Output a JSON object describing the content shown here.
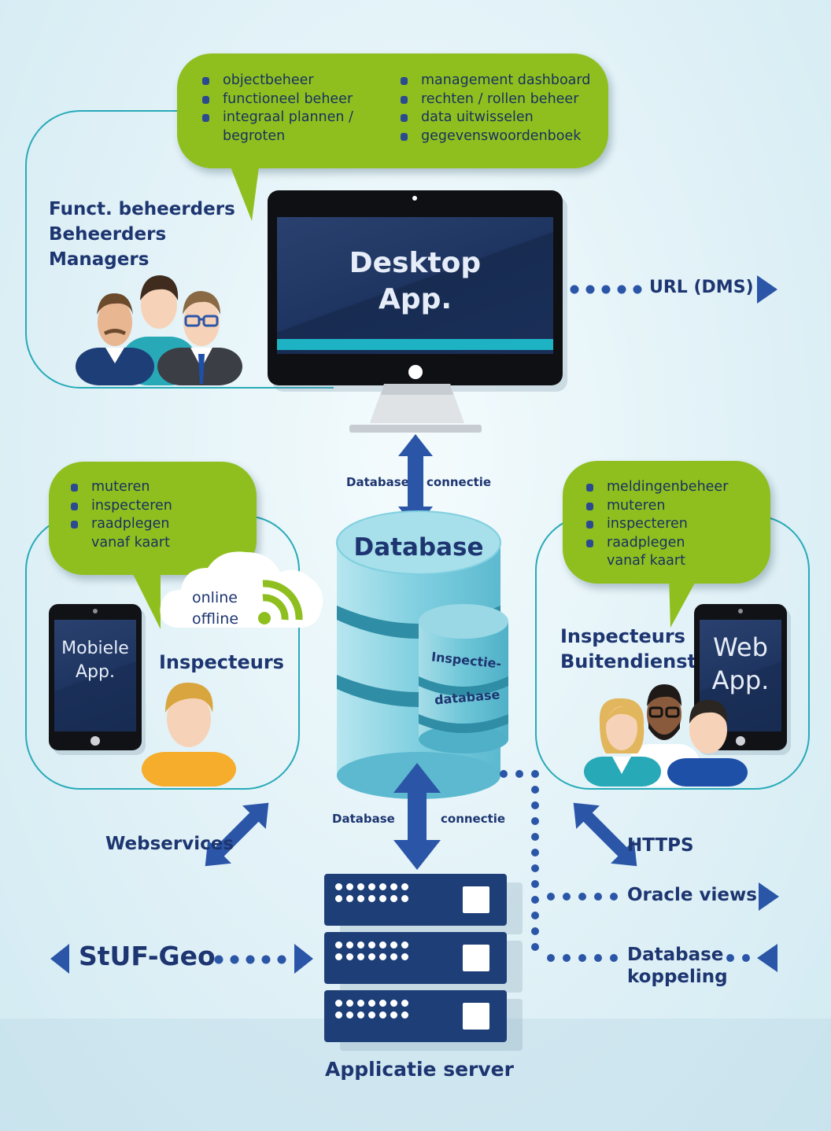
{
  "top_bubble": {
    "left_items": [
      "objectbeheer",
      "functioneel beheer",
      "integraal plannen /",
      "begroten"
    ],
    "right_items": [
      "management dashboard",
      "rechten / rollen beheer",
      "data uitwisselen",
      "gegevenswoordenboek"
    ]
  },
  "desktop": {
    "users": [
      "Funct. beheerders",
      "Beheerders",
      "Managers"
    ],
    "screen_line1": "Desktop",
    "screen_line2": "App.",
    "url_label": "URL (DMS)"
  },
  "db_connection_top": {
    "left": "Database",
    "right": "connectie"
  },
  "database": {
    "title": "Database",
    "sub_line1": "Inspectie-",
    "sub_line2": "database"
  },
  "mobile": {
    "bubble_items": [
      "muteren",
      "inspecteren",
      "raadplegen",
      "vanaf kaart"
    ],
    "status_online": "online",
    "status_offline": "offline",
    "device_line1": "Mobiele",
    "device_line2": "App.",
    "users": "Inspecteurs"
  },
  "web": {
    "bubble_items": [
      "meldingenbeheer",
      "muteren",
      "inspecteren",
      "raadplegen",
      "vanaf kaart"
    ],
    "users_line1": "Inspecteurs",
    "users_line2": "Buitendienst",
    "device_line1": "Web",
    "device_line2": "App."
  },
  "db_connection_bottom": {
    "left": "Database",
    "right": "connectie"
  },
  "links": {
    "webservices": "Webservices",
    "https": "HTTPS",
    "oracle_views": "Oracle views",
    "database_koppeling_1": "Database",
    "database_koppeling_2": "koppeling",
    "stuf_geo": "StUF-Geo"
  },
  "server_label": "Applicatie server",
  "colors": {
    "navy": "#1d3570",
    "green": "#8fbf1f",
    "teal": "#27aab8",
    "arrow": "#2b56a8"
  }
}
